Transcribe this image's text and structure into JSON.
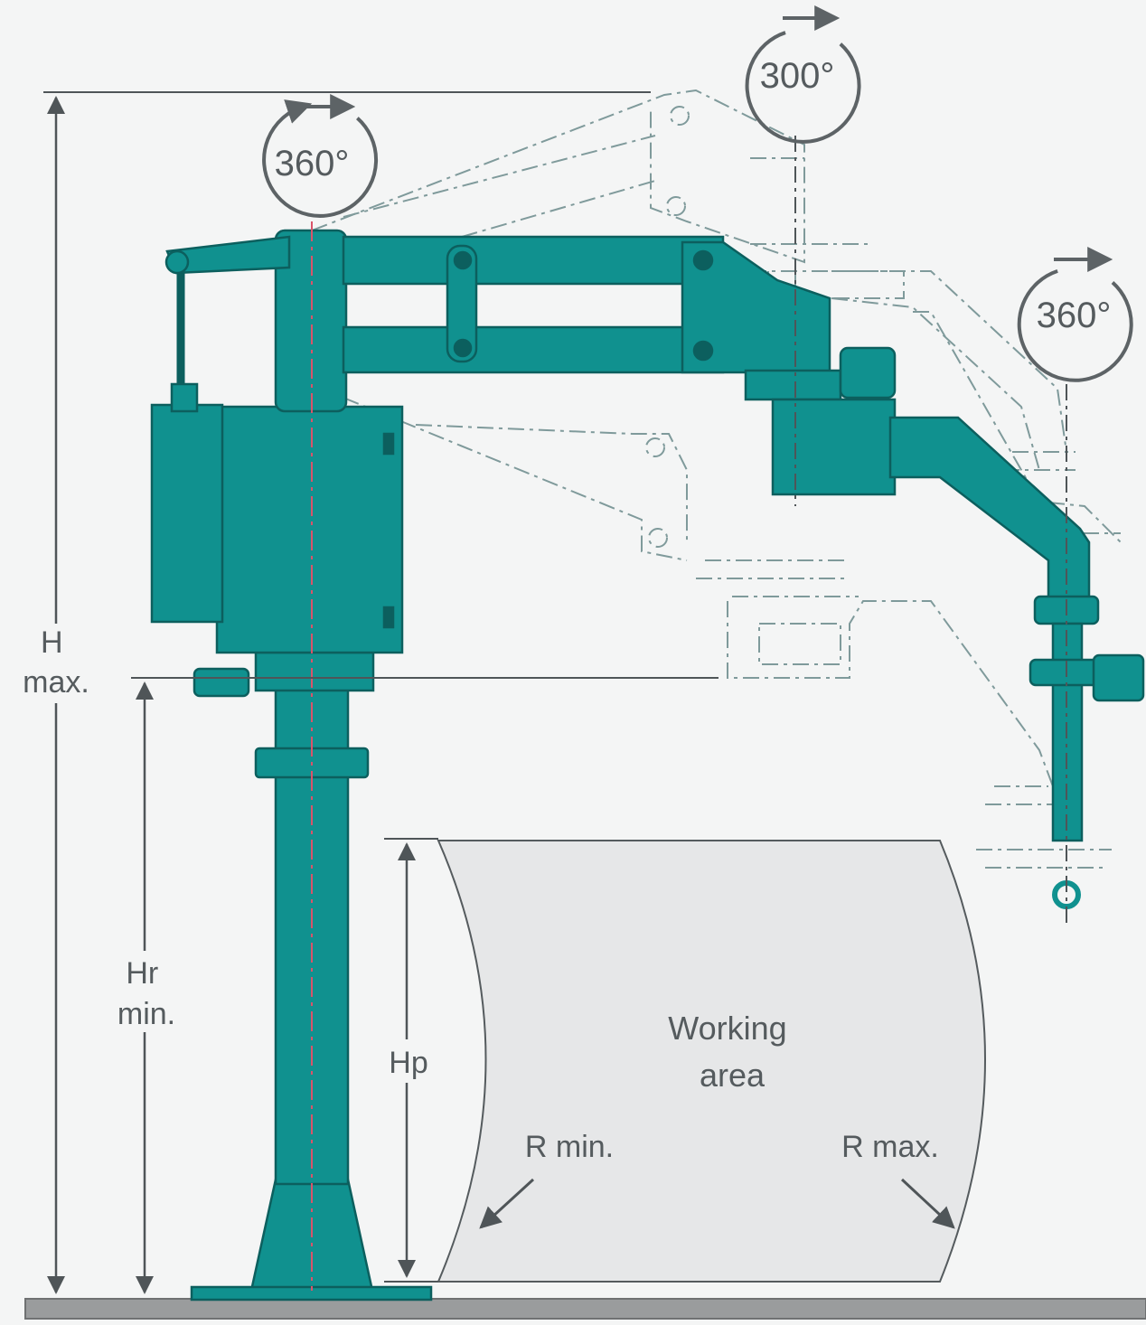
{
  "rotations": {
    "column": "360°",
    "arm": "300°",
    "wrist": "360°"
  },
  "dimensions": {
    "h_max": [
      "H",
      "max."
    ],
    "hr_min": [
      "Hr",
      "min."
    ],
    "hp": "Hp",
    "r_min": "R min.",
    "r_max": "R max."
  },
  "working_area": [
    "Working",
    "area"
  ],
  "colors": {
    "machine": "#10918f",
    "machine_outline": "#0c5f5e",
    "ghost": "#7f9a9b",
    "working_area": "#e6e7e8",
    "dimension_line": "#4f5558",
    "ground": "#9a9c9d"
  }
}
